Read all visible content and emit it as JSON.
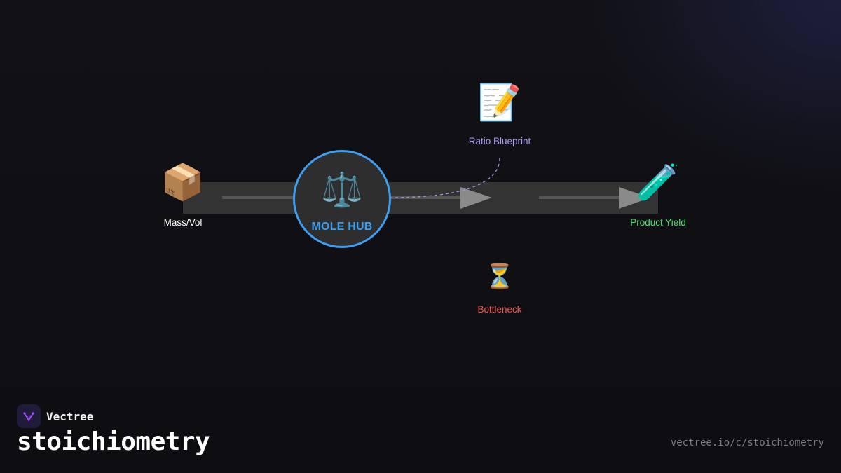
{
  "diagram": {
    "nodes": {
      "source": {
        "emoji": "📦",
        "label": "Mass/Vol",
        "icon": "package-icon",
        "color": "#ffffff"
      },
      "hub": {
        "emoji": "⚖️",
        "label": "MOLE HUB",
        "icon": "balance-scale-icon",
        "color": "#3d9df0"
      },
      "blueprint": {
        "emoji": "📝",
        "label": "Ratio Blueprint",
        "icon": "memo-icon",
        "color": "#a99cf2"
      },
      "product": {
        "emoji": "🧪",
        "label": "Product Yield",
        "icon": "test-tube-icon",
        "color": "#4fe06e"
      },
      "bottleneck": {
        "emoji": "⏳",
        "label": "Bottleneck",
        "icon": "hourglass-icon",
        "color": "#f2584e"
      }
    },
    "edges": [
      {
        "from": "source",
        "to": "hub",
        "style": "solid"
      },
      {
        "from": "hub",
        "to": "product",
        "style": "solid-arrow"
      },
      {
        "from": "blueprint",
        "to": "hub",
        "style": "dashed"
      }
    ]
  },
  "brand": {
    "name": "Vectree",
    "icon": "vectree-logo-icon"
  },
  "footer": {
    "title": "stoichiometry",
    "url": "vectree.io/c/stoichiometry"
  },
  "colors": {
    "background": "#111116",
    "band": "#333333",
    "line": "#555555",
    "arrow": "#8a8a8a",
    "dashed": "#9f95ee",
    "hub_border": "#3d9df0"
  }
}
